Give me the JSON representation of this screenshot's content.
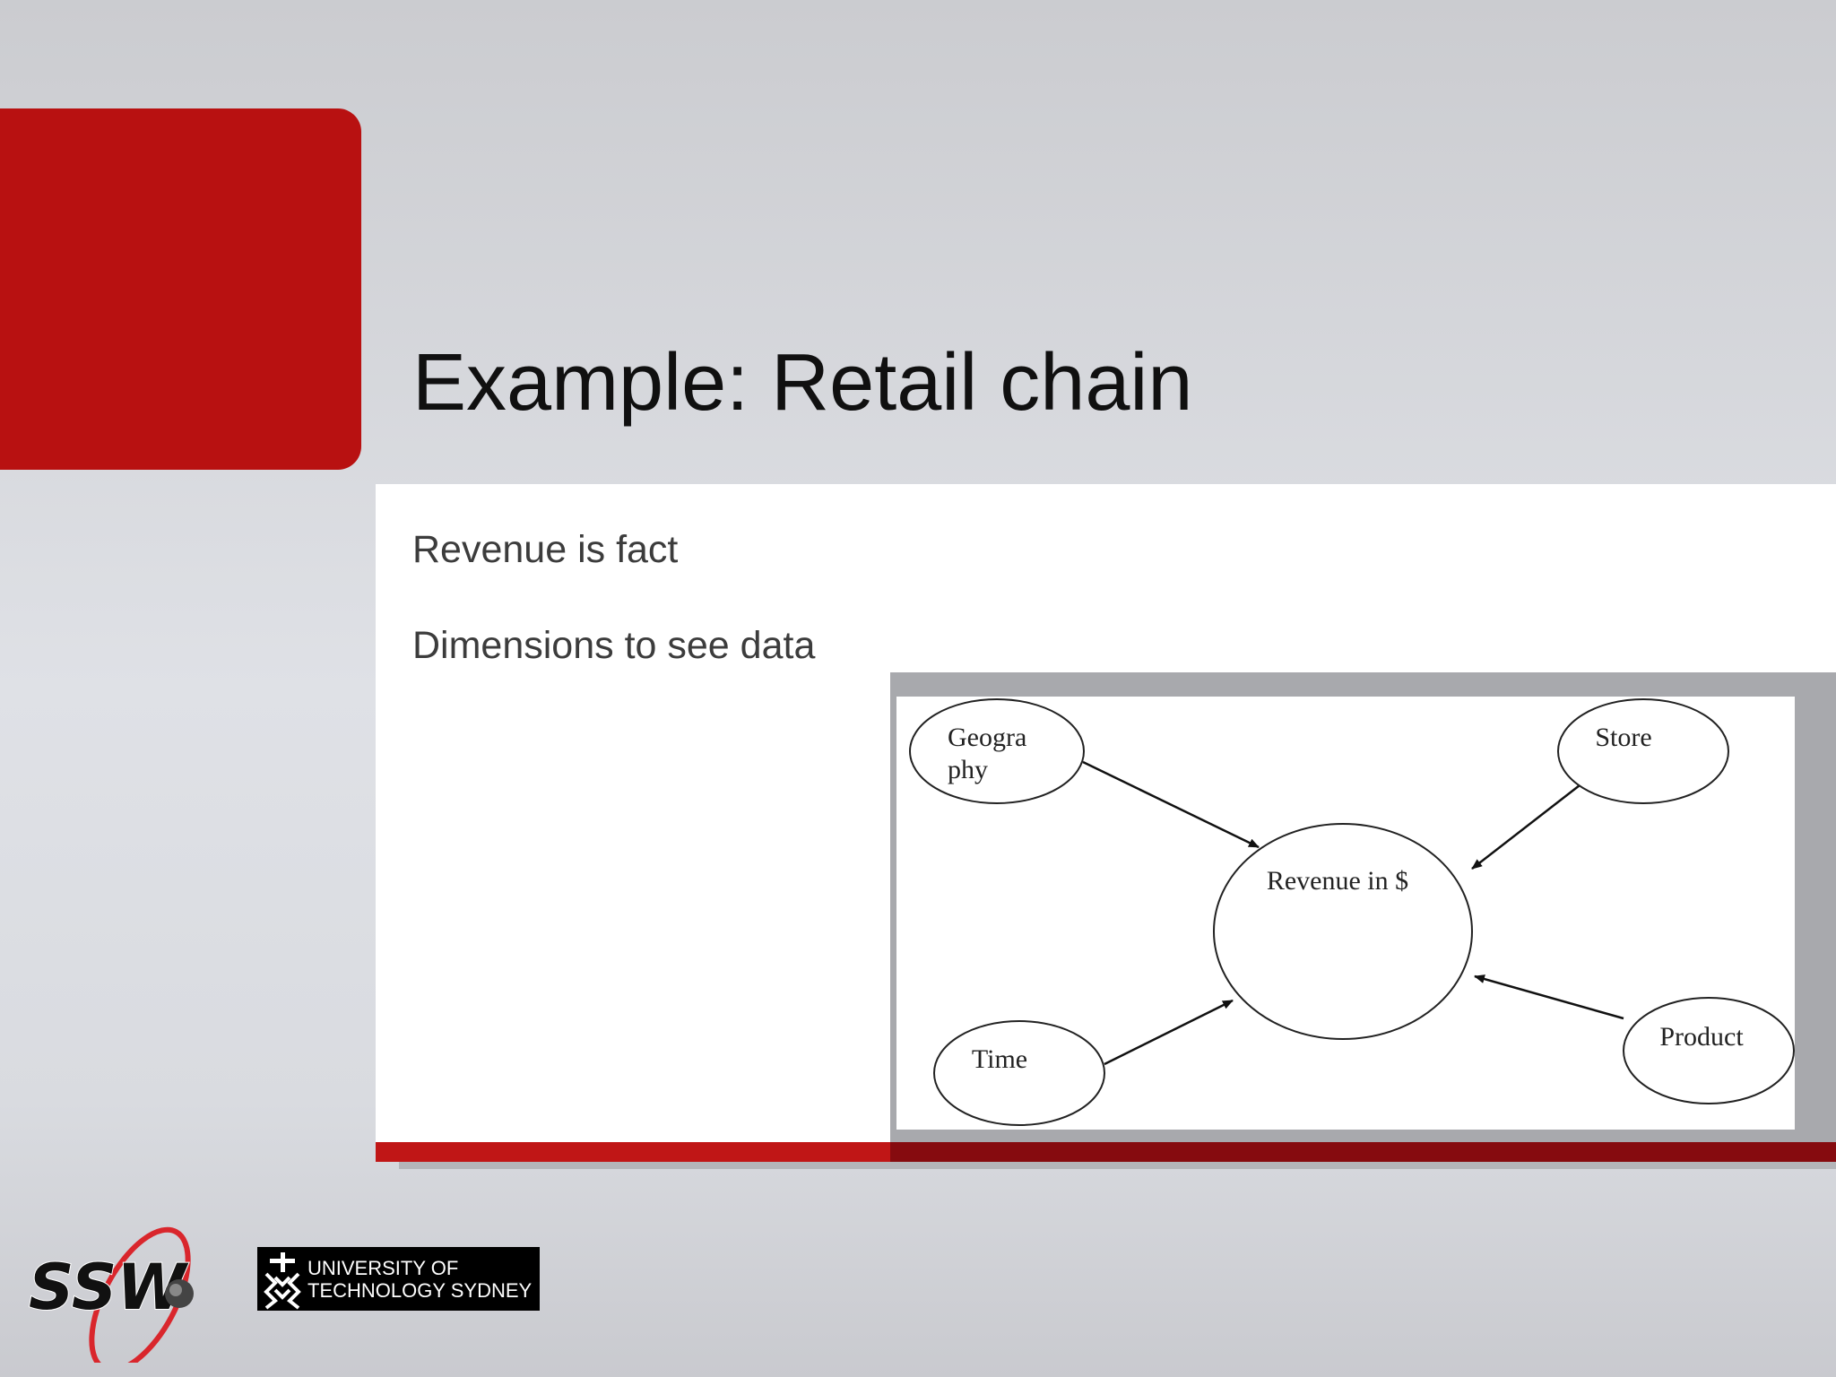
{
  "slide": {
    "title": "Example: Retail chain",
    "bullets": [
      "Revenue is fact",
      "Dimensions to see data"
    ]
  },
  "diagram": {
    "center": {
      "label": "Revenue in $"
    },
    "dimensions": [
      {
        "id": "geography",
        "label_lines": [
          "Geogra",
          "phy"
        ]
      },
      {
        "id": "store",
        "label_lines": [
          "Store"
        ]
      },
      {
        "id": "time",
        "label_lines": [
          "Time"
        ]
      },
      {
        "id": "product",
        "label_lines": [
          "Product"
        ]
      }
    ]
  },
  "logos": {
    "ssw": "SSW",
    "uts_line1": "UNIVERSITY OF",
    "uts_line2": "TECHNOLOGY SYDNEY"
  },
  "colors": {
    "accent_red": "#b81111",
    "dark_red": "#860b0f",
    "frame_gray": "#a8a9ad"
  }
}
